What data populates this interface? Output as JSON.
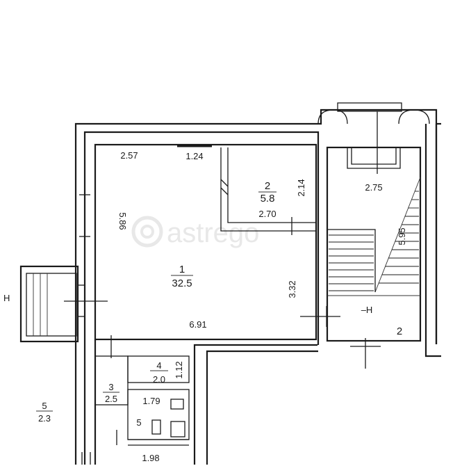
{
  "watermark": "astrego",
  "rooms": [
    {
      "id": "room-1",
      "number": "1",
      "area": "32.5"
    },
    {
      "id": "room-2",
      "number": "2",
      "area": "5.8"
    },
    {
      "id": "room-3",
      "number": "3",
      "area": "2.5"
    },
    {
      "id": "room-4",
      "number": "4",
      "area": "2.0"
    },
    {
      "id": "room-5",
      "number": "5",
      "area": "2.3"
    }
  ],
  "dimensions": [
    "2.57",
    "1.24",
    "2.14",
    "2.70",
    "5.86",
    "3.32",
    "6.91",
    "2.75",
    "5.95",
    "1.12",
    "1.79",
    "1.98"
  ],
  "labels": {
    "stair_number": "2",
    "stair_height_mark": "–H",
    "left_edge_mark": "H",
    "wc_number": "5"
  },
  "colors": {
    "line": "#1a1a1a",
    "background": "#ffffff",
    "watermark": "#e6e6e6"
  }
}
